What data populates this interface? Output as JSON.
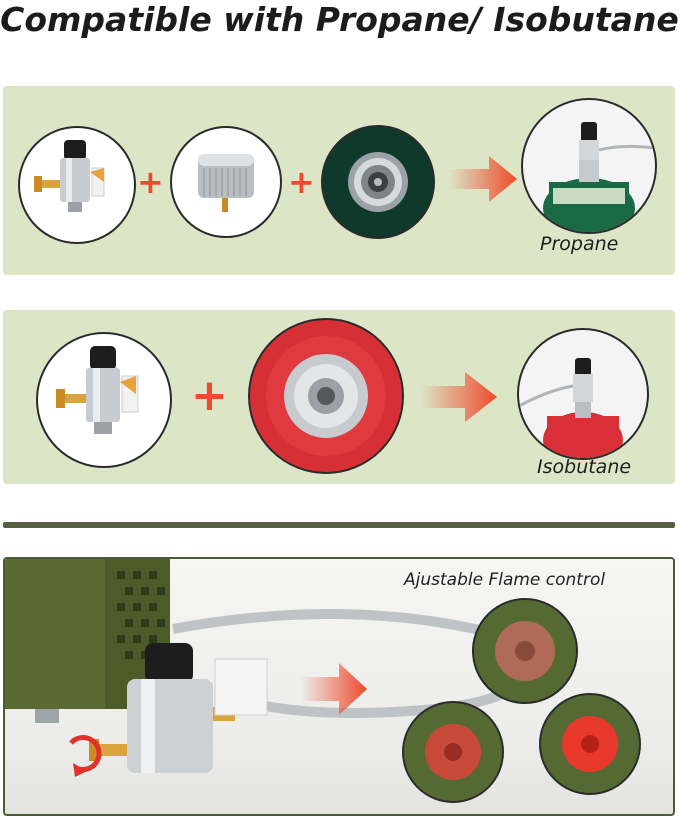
{
  "title": "Compatible with Propane/ Isobutane",
  "rows": [
    {
      "result_label": "Propane"
    },
    {
      "result_label": "Isobutane"
    }
  ],
  "photo": {
    "caption": "Ajustable Flame control"
  },
  "colors": {
    "accent": "#ee4a2b",
    "panel": "#dde5c7",
    "divider": "#54603f"
  },
  "icons": [
    "plus-icon",
    "arrow-right-icon",
    "rotate-arrows-icon"
  ]
}
